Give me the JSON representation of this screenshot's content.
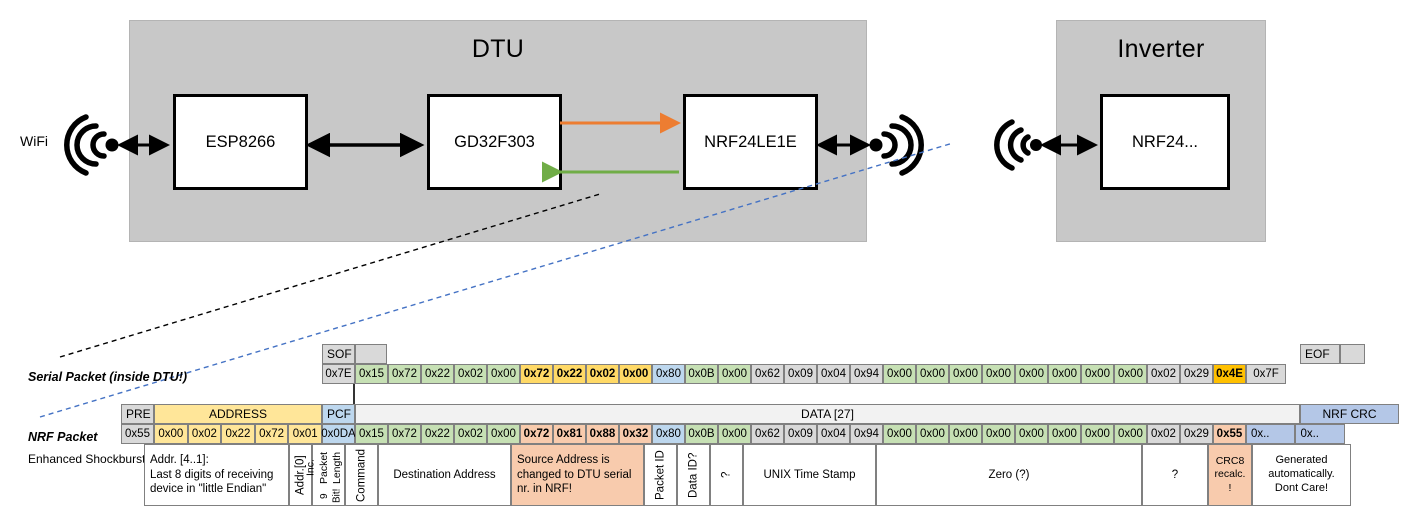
{
  "diagram": {
    "dtu": {
      "title": "DTU",
      "chips": [
        {
          "name": "esp8266",
          "label": "ESP8266"
        },
        {
          "name": "gd32f303",
          "label": "GD32F303"
        },
        {
          "name": "nrf24le1e",
          "label": "NRF24LE1E"
        }
      ],
      "wifi_label": "WiFi",
      "arrow_colors": {
        "orange": "#ED7D31",
        "green": "#70AD47",
        "black": "#000000"
      }
    },
    "inverter": {
      "title": "Inverter",
      "chips": [
        {
          "name": "nrf24",
          "label": "NRF24..."
        }
      ]
    }
  },
  "packets": {
    "serial_label": "Serial Packet (inside DTU!)",
    "nrf_label": "NRF Packet",
    "shockburst_label": "Enhanced Shockburst",
    "serial": {
      "sof_header": "SOF",
      "sof_value": "0x7E",
      "eof_header": "EOF",
      "eof_value": "0x7F",
      "bytes": [
        {
          "v": "0x15",
          "c": "green",
          "b": false
        },
        {
          "v": "0x72",
          "c": "green",
          "b": false
        },
        {
          "v": "0x22",
          "c": "green",
          "b": false
        },
        {
          "v": "0x02",
          "c": "green",
          "b": false
        },
        {
          "v": "0x00",
          "c": "green",
          "b": false
        },
        {
          "v": "0x72",
          "c": "yellow",
          "b": true
        },
        {
          "v": "0x22",
          "c": "yellow",
          "b": true
        },
        {
          "v": "0x02",
          "c": "yellow",
          "b": true
        },
        {
          "v": "0x00",
          "c": "yellow",
          "b": true
        },
        {
          "v": "0x80",
          "c": "blue",
          "b": false
        },
        {
          "v": "0x0B",
          "c": "green",
          "b": false
        },
        {
          "v": "0x00",
          "c": "green",
          "b": false
        },
        {
          "v": "0x62",
          "c": "gray",
          "b": false
        },
        {
          "v": "0x09",
          "c": "gray",
          "b": false
        },
        {
          "v": "0x04",
          "c": "gray",
          "b": false
        },
        {
          "v": "0x94",
          "c": "gray",
          "b": false
        },
        {
          "v": "0x00",
          "c": "green",
          "b": false
        },
        {
          "v": "0x00",
          "c": "green",
          "b": false
        },
        {
          "v": "0x00",
          "c": "green",
          "b": false
        },
        {
          "v": "0x00",
          "c": "green",
          "b": false
        },
        {
          "v": "0x00",
          "c": "green",
          "b": false
        },
        {
          "v": "0x00",
          "c": "green",
          "b": false
        },
        {
          "v": "0x00",
          "c": "green",
          "b": false
        },
        {
          "v": "0x00",
          "c": "green",
          "b": false
        },
        {
          "v": "0x02",
          "c": "gray",
          "b": false
        },
        {
          "v": "0x29",
          "c": "gray",
          "b": false
        },
        {
          "v": "0x4E",
          "c": "orange",
          "b": true
        }
      ]
    },
    "nrf": {
      "headers": {
        "pre": "PRE",
        "address": "ADDRESS",
        "pcf": "PCF",
        "data": "DATA [27]",
        "crc": "NRF CRC"
      },
      "pre_value": "0x55",
      "address_values": [
        "0x00",
        "0x02",
        "0x22",
        "0x72",
        "0x01"
      ],
      "pcf_value": "0x0DA",
      "crc_values": [
        "0x..",
        "0x.."
      ],
      "bytes": [
        {
          "v": "0x15",
          "c": "green",
          "b": false
        },
        {
          "v": "0x72",
          "c": "green",
          "b": false
        },
        {
          "v": "0x22",
          "c": "green",
          "b": false
        },
        {
          "v": "0x02",
          "c": "green",
          "b": false
        },
        {
          "v": "0x00",
          "c": "green",
          "b": false
        },
        {
          "v": "0x72",
          "c": "salmon",
          "b": true
        },
        {
          "v": "0x81",
          "c": "salmon",
          "b": true
        },
        {
          "v": "0x88",
          "c": "salmon",
          "b": true
        },
        {
          "v": "0x32",
          "c": "salmon",
          "b": true
        },
        {
          "v": "0x80",
          "c": "blue",
          "b": false
        },
        {
          "v": "0x0B",
          "c": "green",
          "b": false
        },
        {
          "v": "0x00",
          "c": "green",
          "b": false
        },
        {
          "v": "0x62",
          "c": "gray",
          "b": false
        },
        {
          "v": "0x09",
          "c": "gray",
          "b": false
        },
        {
          "v": "0x04",
          "c": "gray",
          "b": false
        },
        {
          "v": "0x94",
          "c": "gray",
          "b": false
        },
        {
          "v": "0x00",
          "c": "green",
          "b": false
        },
        {
          "v": "0x00",
          "c": "green",
          "b": false
        },
        {
          "v": "0x00",
          "c": "green",
          "b": false
        },
        {
          "v": "0x00",
          "c": "green",
          "b": false
        },
        {
          "v": "0x00",
          "c": "green",
          "b": false
        },
        {
          "v": "0x00",
          "c": "green",
          "b": false
        },
        {
          "v": "0x00",
          "c": "green",
          "b": false
        },
        {
          "v": "0x00",
          "c": "green",
          "b": false
        },
        {
          "v": "0x02",
          "c": "gray",
          "b": false
        },
        {
          "v": "0x29",
          "c": "gray",
          "b": false
        },
        {
          "v": "0x55",
          "c": "salmon",
          "b": true
        }
      ]
    },
    "descriptions": {
      "address": "Addr. [4..1]:\nLast 8 digits of receiving device in \"little Endian\"",
      "addr0": "Addr.[0]",
      "pcf_a": "9 Bit!",
      "pcf_b": "Inc. Packet Length",
      "command": "Command",
      "dest": "Destination Address",
      "source": "Source Address is changed to DTU serial nr. in NRF!",
      "packet_id": "Packet ID",
      "data_id": "Data ID?",
      "unknown1": "?",
      "timestamp": "UNIX Time Stamp",
      "zero": "Zero (?)",
      "unknown2": "?",
      "crc8": "CRC8 recalc. !",
      "nrfcrc": "Generated automatically. Dont Care!"
    }
  }
}
